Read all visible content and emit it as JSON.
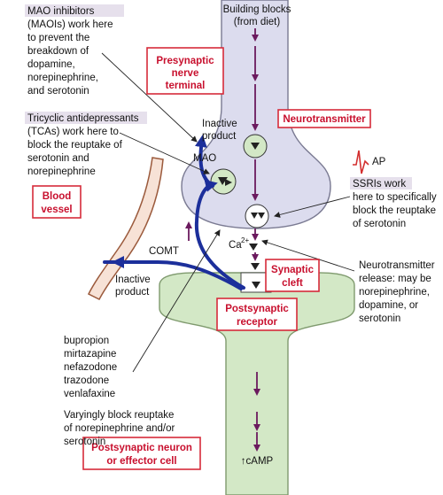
{
  "labels": {
    "presynaptic": [
      "Presynaptic",
      "nerve",
      "terminal"
    ],
    "neurotransmitter": "Neurotransmitter",
    "blood_vessel": [
      "Blood",
      "vessel"
    ],
    "synaptic_cleft": [
      "Synaptic",
      "cleft"
    ],
    "postsynaptic_receptor": [
      "Postsynaptic",
      "receptor"
    ],
    "postsynaptic_neuron": [
      "Postsynaptic neuron",
      "or effector cell"
    ]
  },
  "annotations": {
    "maoi": [
      "MAO inhibitors",
      "(MAOIs) work here",
      "to prevent the",
      "breakdown of",
      "dopamine,",
      "norepinephrine,",
      "and serotonin"
    ],
    "tca": [
      "Tricyclic antidepressants",
      "(TCAs) work here to",
      "block the reuptake of",
      "serotonin and",
      "norepinephrine"
    ],
    "ssri": [
      "SSRIs work",
      "here to specifically",
      "block the reuptake",
      "of serotonin"
    ],
    "release": [
      "Neurotransmitter",
      "release: may be",
      "norepinephrine,",
      "dopamine, or",
      "serotonin"
    ],
    "drugs": [
      "bupropion",
      "mirtazapine",
      "nefazodone",
      "trazodone",
      "venlafaxine"
    ],
    "varying": [
      "Varyingly block reuptake",
      "of norepinephrine and/or",
      "serotonin"
    ],
    "building_blocks": [
      "Building blocks",
      "(from diet)"
    ],
    "inactive_product_top": [
      "Inactive",
      "product"
    ],
    "inactive_product_bottom": [
      "Inactive",
      "product"
    ],
    "mao": "MAO",
    "comt": "COMT",
    "ca": "Ca",
    "ca_sup": "2+",
    "ap": "AP",
    "camp": "↑cAMP"
  },
  "colors": {
    "label_border": "#d62b3a",
    "label_text": "#c8102e",
    "highlight": "#e6e0ec",
    "presynaptic_fill": "#dcdcee",
    "postsynaptic_fill": "#d3e8c6",
    "vessel_fill": "#f7e2d6",
    "vessel_stroke": "#9b5a3c",
    "transport_arrow": "#1c2f9b",
    "flow_arrow": "#6b1a5e",
    "ap_trace": "#d32f2f"
  }
}
